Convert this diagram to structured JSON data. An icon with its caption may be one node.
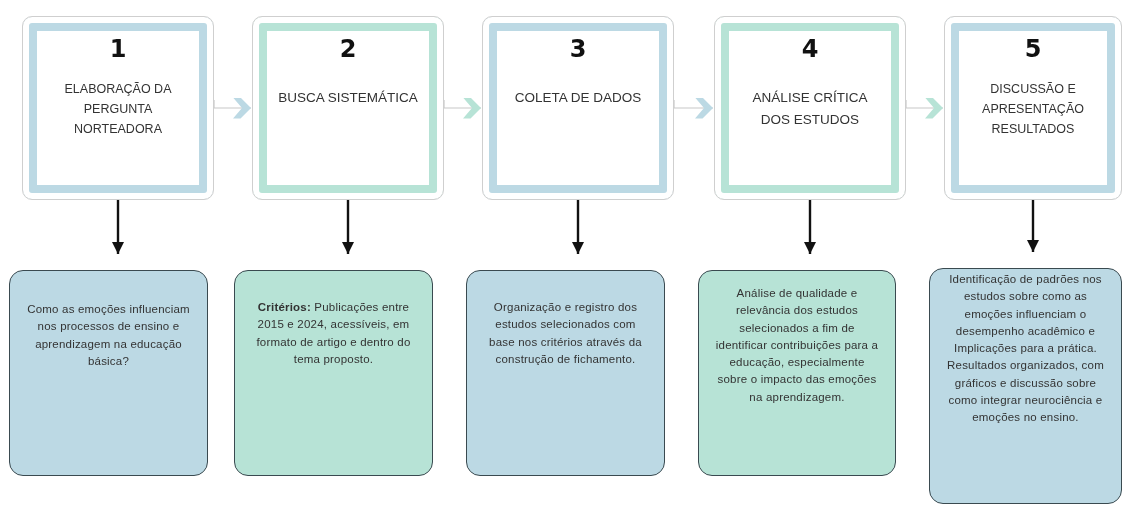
{
  "diagram": {
    "nodes": [
      {
        "text": [
          "1",
          "ELABORAÇÃO DA PERGUNTA NORTEADORA"
        ]
      },
      {
        "text": [
          "2",
          "BUSCA SISTEMÁTICA"
        ]
      },
      {
        "text": [
          "3",
          "COLETA DE DADOS"
        ]
      },
      {
        "text": [
          "4",
          "ANÁLISE CRÍTICA DOS ESTUDOS"
        ]
      },
      {
        "text": [
          "5",
          "DISCUSSÃO E APRESENTAÇÃO RESULTADOS"
        ]
      },
      {
        "text": [
          "Como as emoções influenciam nos processos de ensino e aprendizagem na educação básica?"
        ]
      },
      {
        "text": [
          "**Critérios:** Publicações entre 2015 e 2024, acessíveis, em formato de artigo e dentro do tema proposto."
        ]
      },
      {
        "text": [
          "Organização e registro dos estudos selecionados com base nos critérios através da construção de fichamento."
        ]
      },
      {
        "text": [
          "Análise de qualidade e relevância dos estudos selecionados a fim de identificar contribuições para a educação, especialmente sobre o impacto das emoções na aprendizagem."
        ]
      },
      {
        "text": [
          "Identificação de padrões nos estudos sobre como as emoções influenciam o desempenho acadêmico e Implicações para a prática.  Resultados organizados, com gráficos e discussão sobre como integrar neurociência e emoções no ensino."
        ]
      }
    ],
    "edges": [
      {
        "from": 0,
        "to": 1,
        "arrow": "to",
        "color": "#c8c8c8"
      },
      {
        "from": 1,
        "to": 2,
        "arrow": "to",
        "color": "#c8c8c8"
      },
      {
        "from": 2,
        "to": 3,
        "arrow": "to",
        "color": "#c8c8c8"
      },
      {
        "from": 3,
        "to": 4,
        "arrow": "to",
        "color": "#c8c8c8"
      },
      {
        "from": 0,
        "to": 5,
        "arrow": "to"
      },
      {
        "from": 1,
        "to": 6,
        "arrow": "to"
      },
      {
        "from": 2,
        "to": 7,
        "arrow": "to"
      },
      {
        "from": 3,
        "to": 8,
        "arrow": "to"
      },
      {
        "from": 4,
        "to": 9,
        "arrow": "to"
      }
    ]
  }
}
